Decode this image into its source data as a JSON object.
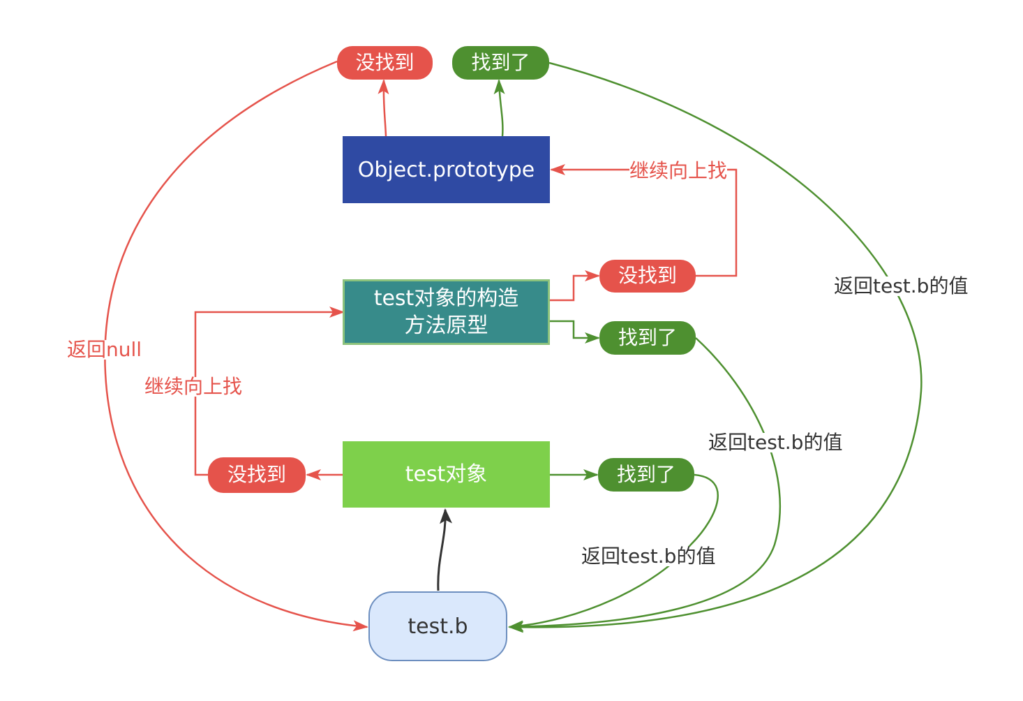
{
  "nodes": {
    "object_prototype": "Object.prototype",
    "constructor_prototype": "test对象的构造方法原型",
    "test_object": "test对象",
    "test_b": "test.b"
  },
  "pills": {
    "top_not_found": "没找到",
    "top_found": "找到了",
    "mid_not_found": "没找到",
    "mid_found": "找到了",
    "bottom_not_found": "没找到",
    "bottom_found": "找到了"
  },
  "edge_labels": {
    "continue_up_right": "继续向上找",
    "continue_up_left": "继续向上找",
    "return_null": "返回null",
    "return_value_outer": "返回test.b的值",
    "return_value_middle": "返回test.b的值",
    "return_value_inner": "返回test.b的值"
  },
  "colors": {
    "red": "#e5534b",
    "green": "#4e9030",
    "object_prototype_fill": "#2f4aa3",
    "constructor_fill": "#378b8a",
    "test_object_fill": "#7ed04b",
    "test_b_fill": "#dae8fc",
    "test_b_border": "#6c8ebf"
  }
}
